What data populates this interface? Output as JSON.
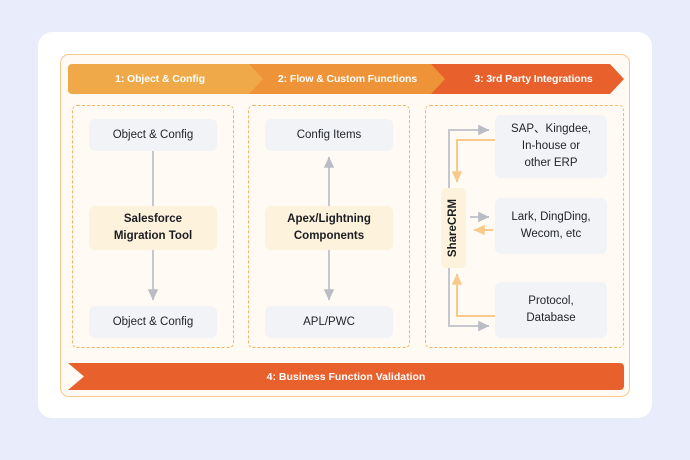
{
  "theme": {
    "page_background": "#e8ecfb",
    "card_background": "#ffffff",
    "panel_background": "#fffbf4",
    "panel_border": "#f6c98e",
    "column_dash_border": "#f3b764",
    "box_background": "#f1f3f6",
    "highlight_box_background": "#fdf2dc",
    "stage1_color": "#f0a948",
    "stage2_color": "#ef9338",
    "stage3_color": "#e8602c",
    "banner_color": "#e8602c",
    "arrow_gray": "#b9bcc4",
    "arrow_orange": "#f7c98a",
    "text_color": "#22252b"
  },
  "stages": [
    {
      "label": "1: Object & Config"
    },
    {
      "label": "2: Flow & Custom Functions"
    },
    {
      "label": "3: 3rd Party Integrations"
    }
  ],
  "columns": {
    "one": {
      "top_box": "Object & Config",
      "middle_box": "Salesforce\nMigration Tool",
      "middle_box_line1": "Salesforce",
      "middle_box_line2": "Migration Tool",
      "bottom_box": "Object & Config"
    },
    "two": {
      "top_box": "Config Items",
      "middle_box_line1": "Apex/Lightning",
      "middle_box_line2": "Components",
      "bottom_box": "APL/PWC"
    },
    "three": {
      "hub_label": "ShareCRM",
      "targets": [
        {
          "name": "erp",
          "line1": "SAP、Kingdee,",
          "line2": "In-house or",
          "line3": "other ERP"
        },
        {
          "name": "im",
          "line1": "Lark, DingDing,",
          "line2": "Wecom, etc"
        },
        {
          "name": "database",
          "line1": "Protocol,",
          "line2": "Database"
        }
      ]
    }
  },
  "banner": {
    "label": "4: Business Function Validation"
  }
}
